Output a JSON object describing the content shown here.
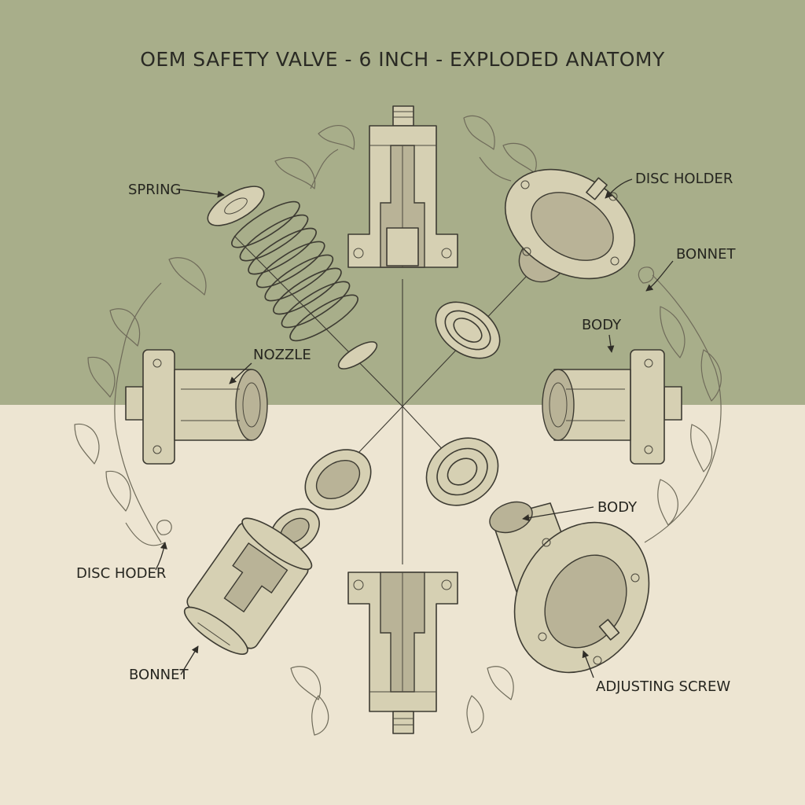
{
  "title": "OEM SAFETY VALVE - 6 INCH - EXPLODED ANATOMY",
  "colors": {
    "upper_background": "#a8ae8a",
    "lower_background": "#ede5d2",
    "ink": "#3d3b32",
    "part_fill": "#d6d0b3"
  },
  "labels": {
    "spring": "SPRING",
    "disc_holder_top": "DISC HOLDER",
    "bonnet_right": "BONNET",
    "nozzle": "NOZZLE",
    "body_right": "BODY",
    "body_lower": "BODY",
    "disc_holder_left": "DISC HODER",
    "bonnet_left": "BONNET",
    "adjusting_screw": "ADJUSTING SCREW"
  }
}
